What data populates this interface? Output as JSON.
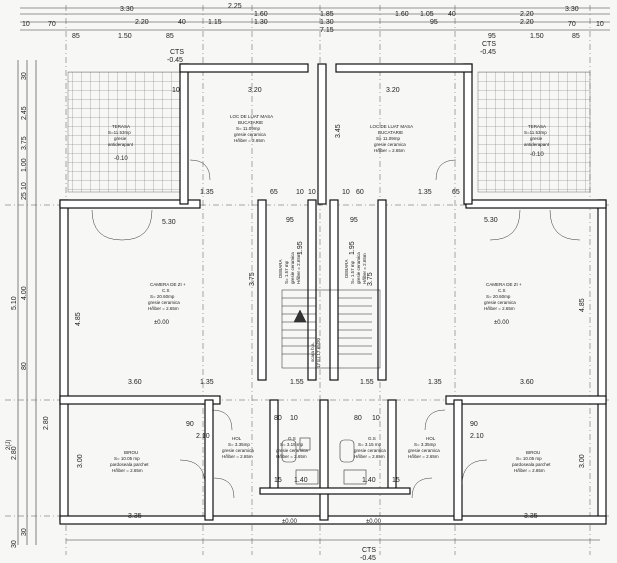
{
  "dims": {
    "top_row1": [
      "3.30",
      "2.25",
      "1.60",
      "1.85",
      "1.60",
      "1.05",
      "40",
      "2.20",
      "3.30"
    ],
    "top_row2": [
      "10",
      "70",
      "2.20",
      "40",
      "1.15",
      "1.30",
      "1.30",
      "95",
      "2.20",
      "70",
      "10"
    ],
    "top_row3": [
      "85",
      "1.50",
      "85",
      "7.15",
      "95",
      "1.50",
      "85"
    ],
    "top_inner": [
      "3.20",
      "3.20",
      "10"
    ],
    "mid_a": [
      "1.35",
      "65",
      "10",
      "10",
      "10",
      "60",
      "1.35",
      "65"
    ],
    "mid_b": [
      "5.30",
      "95",
      "95",
      "5.30"
    ],
    "mid_c": [
      "3.60",
      "1.35",
      "1.55",
      "1.55",
      "1.35",
      "3.60"
    ],
    "mid_d": [
      "90",
      "2.10",
      "80",
      "10",
      "80",
      "10",
      "2.10",
      "90"
    ],
    "low_a": [
      "15",
      "1.40",
      "1.40",
      "15"
    ],
    "bottom": [
      "3.35",
      "3.35"
    ],
    "left_side": [
      "30",
      "3.75",
      "10",
      "1.00",
      "25",
      "5.10",
      "4.00",
      "80",
      "2.80",
      "30",
      "30"
    ],
    "right_side": [
      "3.00",
      "2.80",
      "4.85",
      "1.95",
      "3.45",
      "3.75",
      "3.75",
      "4.85",
      "3.00",
      "2.45",
      "1.95"
    ]
  },
  "cts_top_left": "CTS",
  "cts_top_left_lvl": "-0.45",
  "cts_top_right": "CTS",
  "cts_top_right_lvl": "-0.45",
  "cts_bottom": "CTS",
  "cts_bottom_lvl": "-0.45",
  "rooms": {
    "terasa_l": [
      "TERASA",
      "S=11.53mp",
      "gresie",
      "antiderapant"
    ],
    "terasa_l_lvl": "-0.10",
    "terasa_r": [
      "TERASA",
      "S=11.53mp",
      "gresie",
      "antiderapant"
    ],
    "terasa_r_lvl": "-0.10",
    "loc_masa": [
      "LOC DE LUAT MASA",
      "BUCATARIE",
      "S= 11.09mp",
      "gresie ceramica",
      "H/liber = 2.65m"
    ],
    "loc_masa_r": [
      "LOC DE LUAT MASA",
      "BUCATARIE",
      "S= 11.09mp",
      "gresie ceramica",
      "H/liber = 2.65m"
    ],
    "camera_l": [
      "CAMERA DE ZI +",
      "C.S",
      "S= 20.60mp",
      "gresie ceramica",
      "H/liber = 2.65m"
    ],
    "camera_l_lvl": "±0.00",
    "camera_r": [
      "CAMERA DE ZI +",
      "C.S",
      "S= 20.60mp",
      "gresie ceramica",
      "H/liber = 2.65m"
    ],
    "camera_r_lvl": "±0.00",
    "debara_l": [
      "DEBARA",
      "S= 1.57 mp",
      "gresie ceramica",
      "H/liber = 2.65m"
    ],
    "debara_r": [
      "DEBARA",
      "S= 1.57 mp",
      "gresie ceramica",
      "H/liber = 2.65m"
    ],
    "scara": [
      "scara b.a.",
      "17 tr./ 17.65/20"
    ],
    "birou_l": [
      "BIROU",
      "S= 10.05 mp",
      "pardoseala parchet",
      "H/liber = 2.65m"
    ],
    "birou_r": [
      "BIROU",
      "S= 10.05 mp",
      "pardoseala parchet",
      "H/liber = 2.65m"
    ],
    "hol_l": [
      "HOL",
      "S= 3.35mp",
      "gresie ceramica",
      "H/liber = 2.65m"
    ],
    "hol_r": [
      "HOL",
      "S= 3.35mp",
      "gresie ceramica",
      "H/liber = 2.65m"
    ],
    "gs_l": [
      "G.S",
      "S= 3.15 mp",
      "gresie ceramica",
      "H/liber = 2.65m"
    ],
    "gs_r": [
      "G.S",
      "S= 3.15 mp",
      "gresie ceramica",
      "H/liber = 2.65m"
    ],
    "intrare_l_lvl": "±0.00",
    "intrare_r_lvl": "±0.00"
  },
  "axis_label": "2(J)"
}
